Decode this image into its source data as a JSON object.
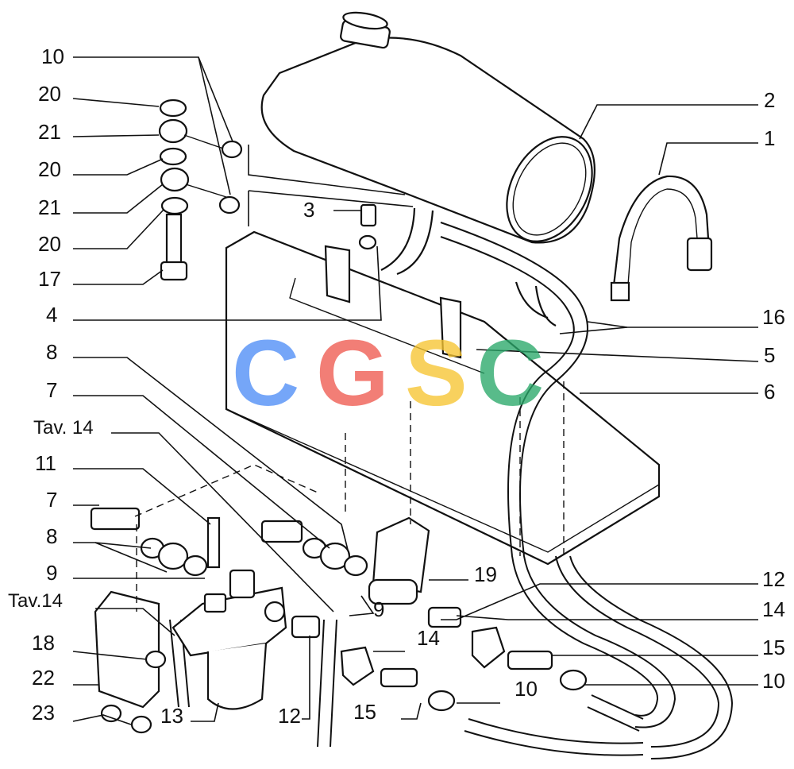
{
  "diagram": {
    "labels_left": [
      "10",
      "20",
      "21",
      "20",
      "21",
      "20",
      "17",
      "4",
      "8",
      "7",
      "Tav. 14",
      "11",
      "7",
      "8",
      "9",
      "Tav.14",
      "18",
      "22",
      "23"
    ],
    "labels_right": [
      "2",
      "1",
      "16",
      "5",
      "6",
      "12",
      "14",
      "15",
      "10"
    ],
    "labels_center": [
      "3",
      "19",
      "9",
      "14",
      "12",
      "15",
      "13",
      "10"
    ]
  },
  "watermark": {
    "letters": [
      "C",
      "G",
      "S",
      "C"
    ],
    "colors": [
      "#4f8ef7",
      "#ef5a50",
      "#f7c531",
      "#2aa86a"
    ]
  }
}
